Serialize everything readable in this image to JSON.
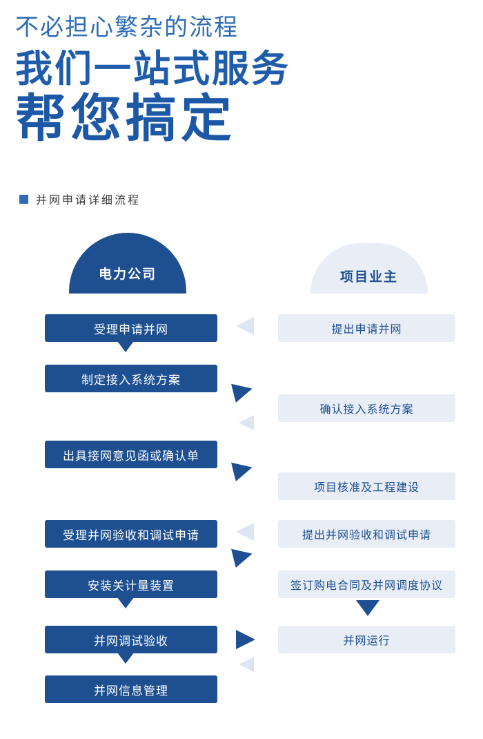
{
  "header": {
    "line1": "不必担心繁杂的流程",
    "line2": "我们一站式服务",
    "line3": "帮您搞定"
  },
  "section": {
    "title": "并网申请详细流程"
  },
  "diagram": {
    "columns": {
      "left": "电力公司",
      "right": "项目业主"
    },
    "left_steps": [
      {
        "label": "受理申请并网"
      },
      {
        "label": "制定接入系统方案"
      },
      {
        "label": "出具接网意见函或确认单"
      },
      {
        "label": "受理并网验收和调试申请"
      },
      {
        "label": "安装关计量装置"
      },
      {
        "label": "并网调试验收"
      },
      {
        "label": "并网信息管理"
      }
    ],
    "right_steps": [
      {
        "label": "提出申请并网"
      },
      {
        "label": "确认接入系统方案"
      },
      {
        "label": "项目核准及工程建设"
      },
      {
        "label": "提出并网验收和调试申请"
      },
      {
        "label": "签订购电合同及并网调度协议"
      },
      {
        "label": "并网运行"
      }
    ],
    "arrows": [
      {
        "direction": "left",
        "tone": "light",
        "between": "提出申请并网 → 受理申请并网"
      },
      {
        "direction": "right",
        "tone": "dark",
        "between": "制定接入系统方案 → 确认接入系统方案"
      },
      {
        "direction": "left",
        "tone": "light",
        "between": "确认接入系统方案 → 出具接网意见函或确认单"
      },
      {
        "direction": "right",
        "tone": "dark",
        "between": "出具接网意见函或确认单 → 项目核准及工程建设"
      },
      {
        "direction": "left",
        "tone": "light",
        "between": "提出并网验收和调试申请 → 受理并网验收和调试申请"
      },
      {
        "direction": "right",
        "tone": "dark",
        "between": "受理并网验收和调试申请 → 签订购电合同及并网调度协议"
      },
      {
        "direction": "down",
        "tone": "dark",
        "between": "签订购电合同及并网调度协议 → 并网运行"
      },
      {
        "direction": "right",
        "tone": "dark",
        "between": "并网调试验收 → 并网运行"
      },
      {
        "direction": "left",
        "tone": "light",
        "between": "并网运行 → 并网信息管理"
      }
    ],
    "icons": {
      "bullet": "square",
      "arrow_left": "triangle-left",
      "arrow_right": "triangle-right",
      "arrow_down": "triangle-down",
      "connector_tab": "triangle-down-small"
    },
    "colors": {
      "dark_blue": "#1d4f91",
      "headline_blue": "#2e6db6",
      "headline_dark_blue": "#1f5dab",
      "light_box": "#e8edf6",
      "light_arrow": "#dde5f2",
      "section_text": "#3a3a3a",
      "background": "#ffffff"
    }
  }
}
